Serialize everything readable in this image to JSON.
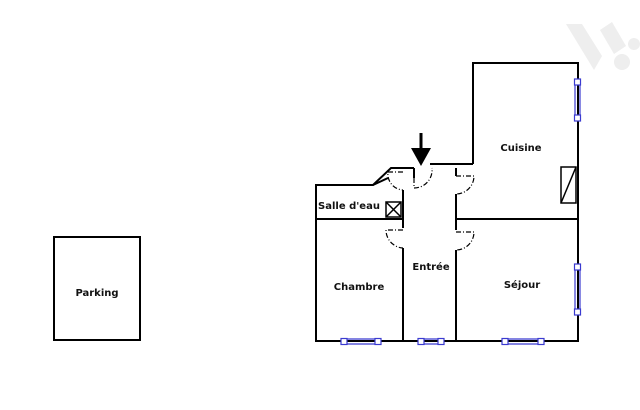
{
  "floor_plan": {
    "rooms": {
      "parking": "Parking",
      "cuisine": "Cuisine",
      "salle_deau": "Salle d'eau",
      "entree": "Entrée",
      "chambre": "Chambre",
      "sejour": "Séjour"
    },
    "entrance_marker": "arrow-down-icon",
    "watermark": "logo-watermark",
    "colors": {
      "wall": "#000000",
      "window": "#3a3ad0",
      "watermark": "#eeeeee",
      "background": "#ffffff"
    }
  }
}
